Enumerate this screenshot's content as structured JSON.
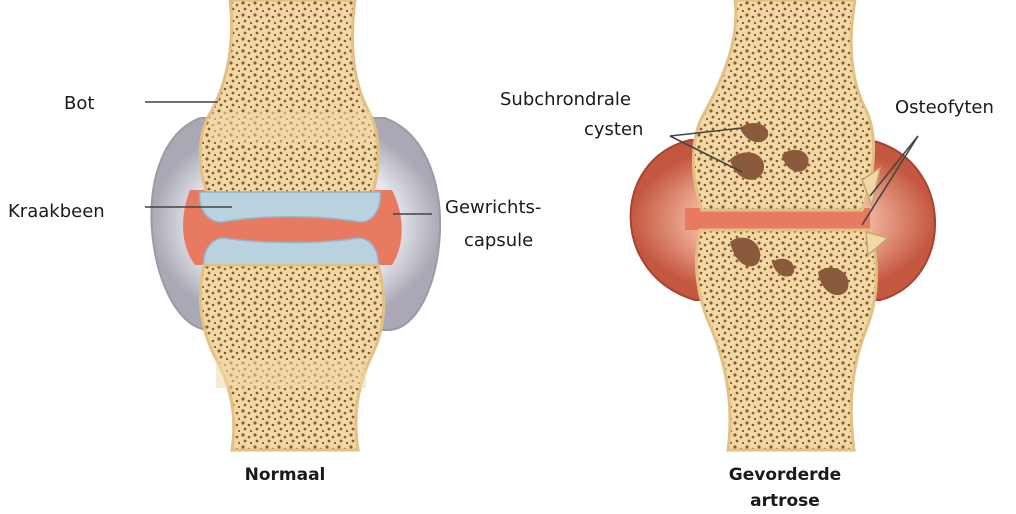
{
  "normal": {
    "caption": "Normaal",
    "labels": {
      "bone": "Bot",
      "cartilage": "Kraakbeen",
      "capsule_line1": "Gewrichts-",
      "capsule_line2": "capsule"
    }
  },
  "advanced": {
    "caption_line1": "Gevorderde",
    "caption_line2": "artrose",
    "labels": {
      "cysts_line1": "Subchrondrale",
      "cysts_line2": "cysten",
      "osteophytes": "Osteofyten"
    }
  },
  "colors": {
    "bone": "#f2d8a7",
    "bone_edge": "#e3c185",
    "marrow": "#8a5a2b",
    "cartilage": "#b8d2e0",
    "synovial": "#e97a62",
    "capsule": "#c8c8d0",
    "cyst": "#8b5a3c",
    "leader": "#444444"
  }
}
